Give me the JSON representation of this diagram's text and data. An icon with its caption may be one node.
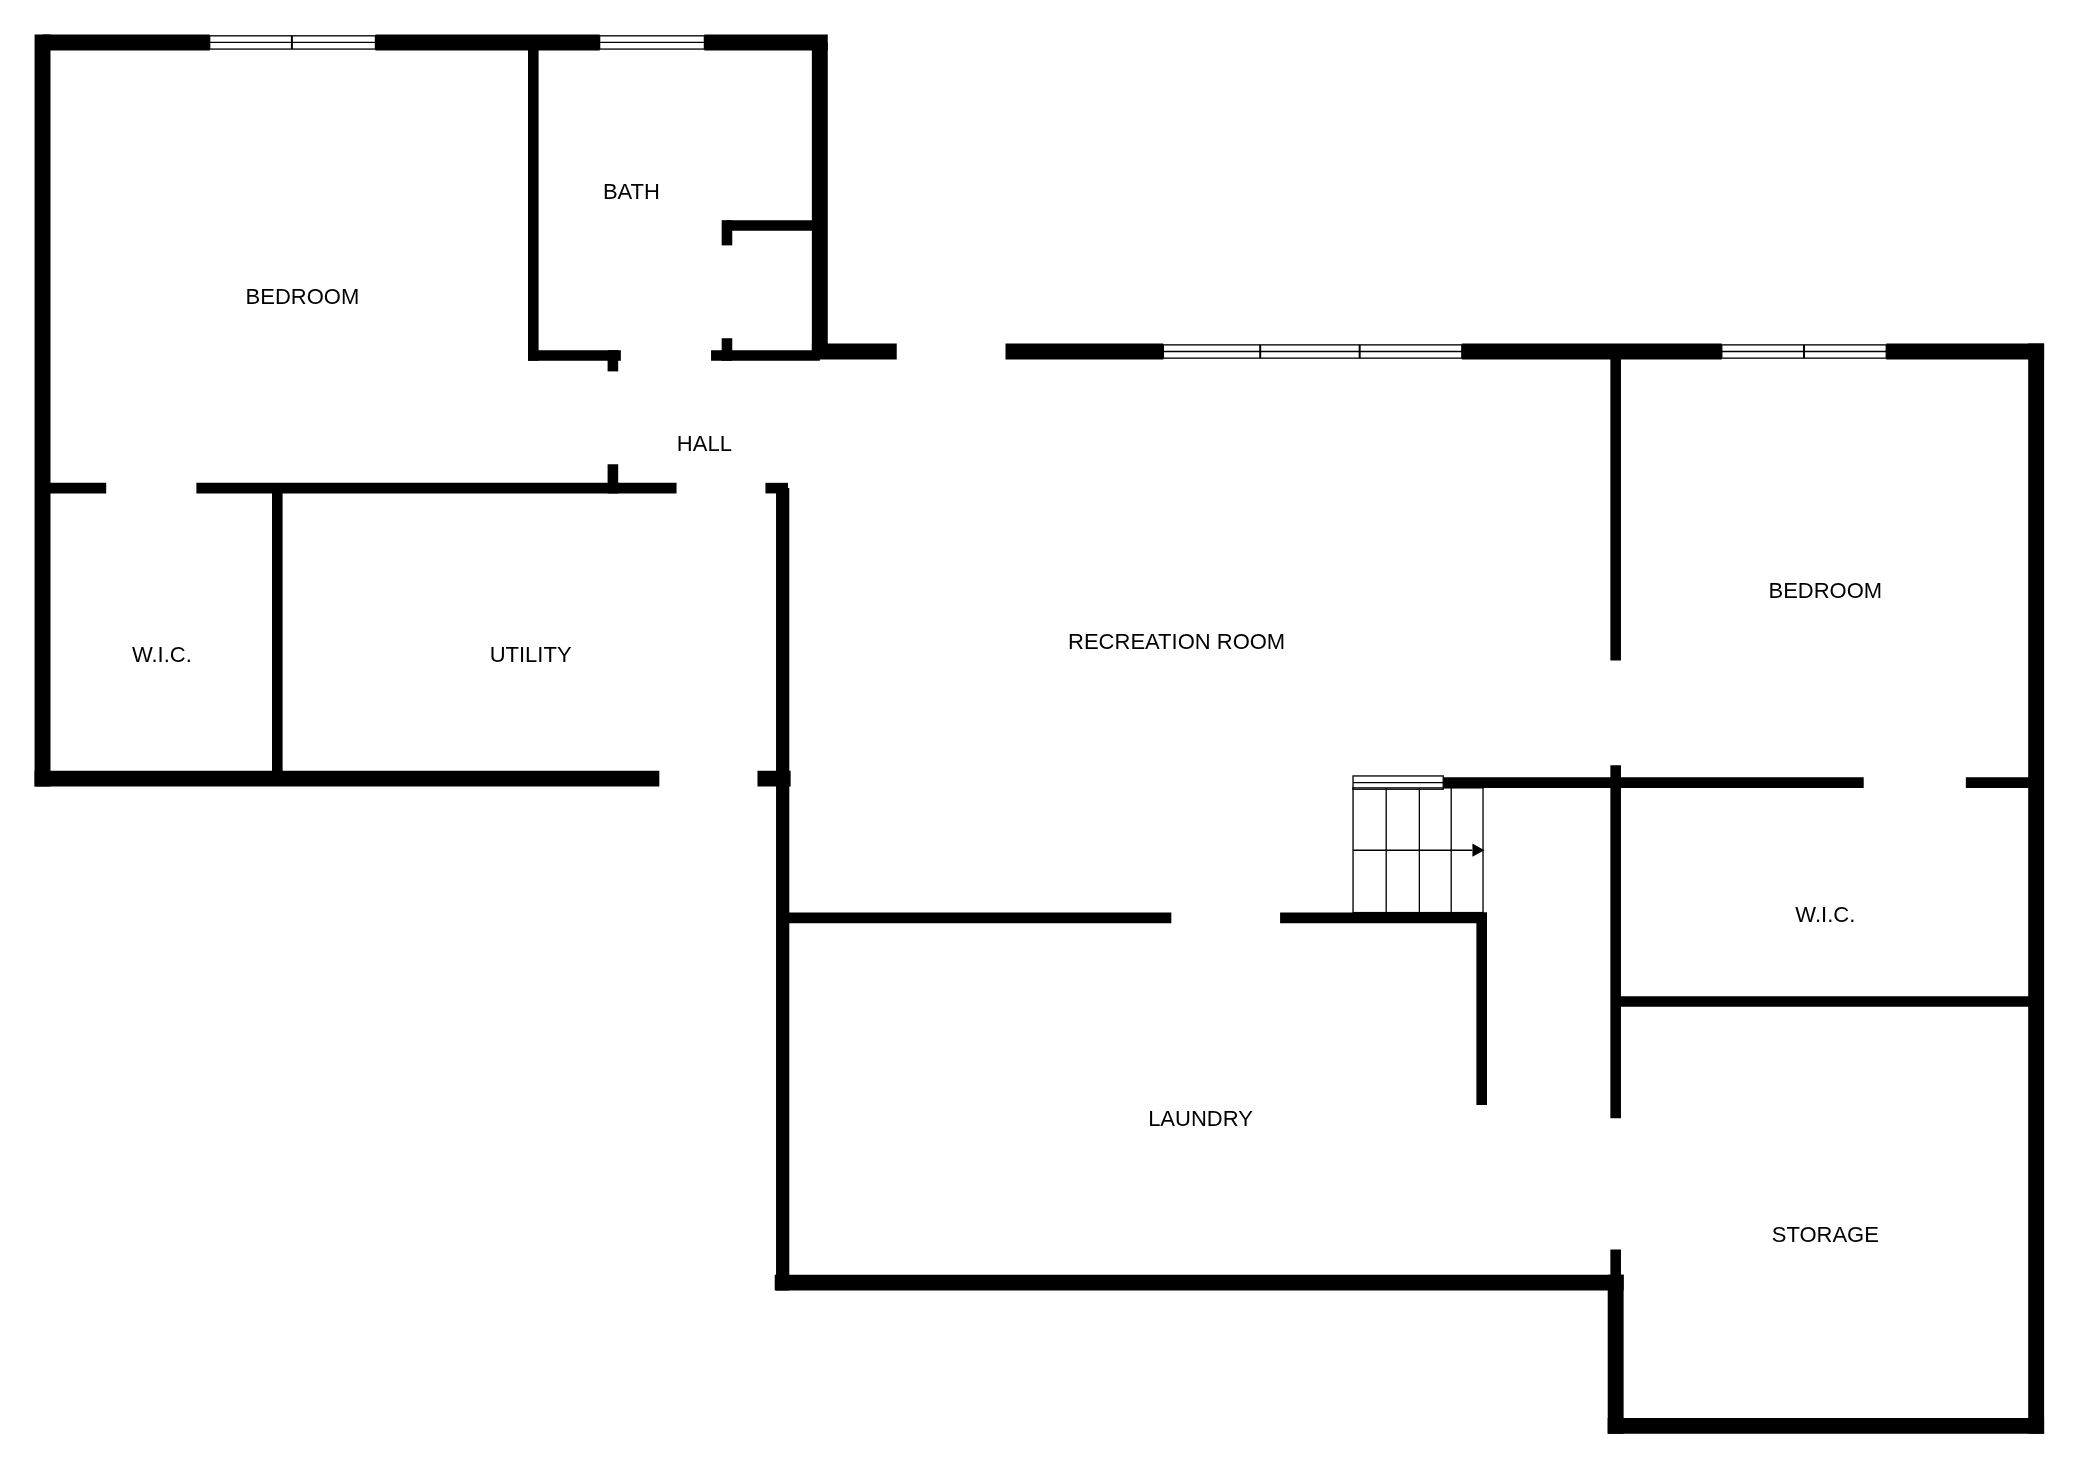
{
  "diagram": {
    "nodes": [
      {
        "text": [
          "BEDROOM"
        ]
      },
      {
        "text": [
          "BATH"
        ]
      },
      {
        "text": [
          "HALL"
        ]
      },
      {
        "text": [
          "W.I.C."
        ]
      },
      {
        "text": [
          "UTILITY"
        ]
      },
      {
        "text": [
          "RECREATION ROOM"
        ]
      },
      {
        "text": [
          "BEDROOM"
        ]
      },
      {
        "text": [
          "W.I.C."
        ]
      },
      {
        "text": [
          "LAUNDRY"
        ]
      },
      {
        "text": [
          "STORAGE"
        ]
      }
    ]
  }
}
